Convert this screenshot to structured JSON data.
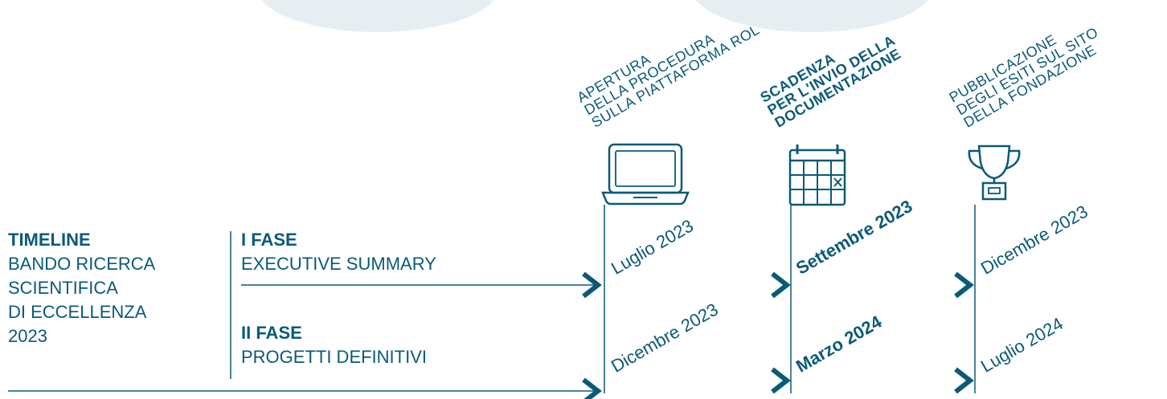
{
  "left": {
    "title": "TIMELINE",
    "subtitle_lines": [
      "BANDO RICERCA",
      "SCIENTIFICA",
      "DI ECCELLENZA",
      "2023"
    ]
  },
  "phases": [
    {
      "title": "I FASE",
      "subtitle": "EXECUTIVE SUMMARY"
    },
    {
      "title": "II FASE",
      "subtitle": "PROGETTI DEFINITIVI"
    }
  ],
  "columns": [
    {
      "icon": "laptop-icon",
      "label_lines": [
        "APERTURA",
        "DELLA PROCEDURA",
        "SULLA PIATTAFORMA ROL"
      ]
    },
    {
      "icon": "calendar-icon",
      "label_lines": [
        "SCADENZA",
        "PER L'INVIO DELLA",
        "DOCUMENTAZIONE"
      ]
    },
    {
      "icon": "trophy-icon",
      "label_lines": [
        "PUBBLICAZIONE",
        "DEGLI ESITI SUL SITO",
        "DELLA FONDAZIONE"
      ]
    }
  ],
  "dates": {
    "phase1": [
      "Luglio 2023",
      "Settembre 2023",
      "Dicembre 2023"
    ],
    "phase2": [
      "Dicembre 2023",
      "Marzo 2024",
      "Luglio 2024"
    ]
  },
  "colors": {
    "accent": "#0a5a78"
  }
}
